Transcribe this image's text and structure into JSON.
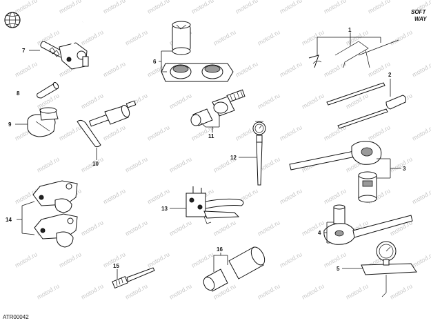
{
  "brand": {
    "line1": "SOFT",
    "line2": "WAY",
    "icon": "sphere-logo-icon"
  },
  "watermark": "motod.ru",
  "drawing_code": "ATR00042",
  "callouts": [
    "1",
    "2",
    "3",
    "4",
    "5",
    "6",
    "7",
    "8",
    "9",
    "10",
    "11",
    "12",
    "13",
    "14",
    "15",
    "16"
  ]
}
